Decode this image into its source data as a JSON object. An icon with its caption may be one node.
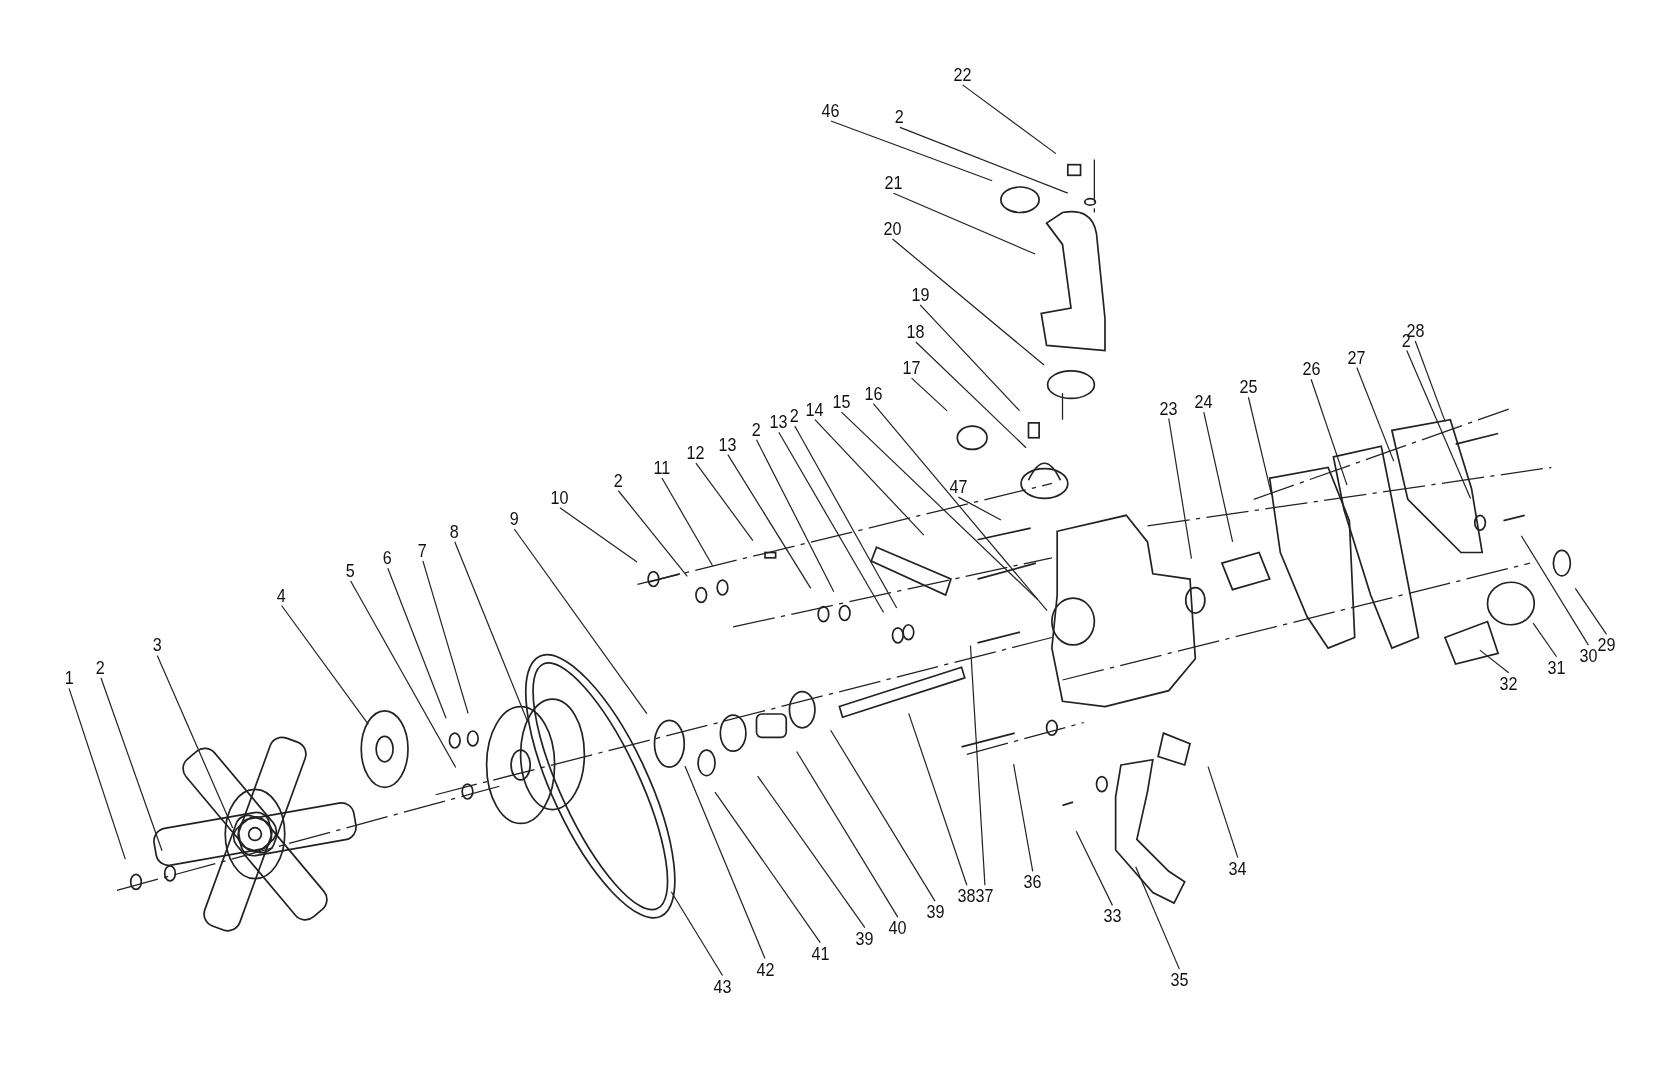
{
  "diagram": {
    "nodes": [
      {
        "text": [
          "22"
        ]
      },
      {
        "text": [
          "46"
        ]
      },
      {
        "text": [
          "2"
        ]
      },
      {
        "text": [
          "21"
        ]
      },
      {
        "text": [
          "20"
        ]
      },
      {
        "text": [
          "19"
        ]
      },
      {
        "text": [
          "18"
        ]
      },
      {
        "text": [
          "17"
        ]
      },
      {
        "text": [
          "2"
        ]
      },
      {
        "text": [
          "28"
        ]
      },
      {
        "text": [
          "27"
        ]
      },
      {
        "text": [
          "26"
        ]
      },
      {
        "text": [
          "25"
        ]
      },
      {
        "text": [
          "24"
        ]
      },
      {
        "text": [
          "23"
        ]
      },
      {
        "text": [
          "16"
        ]
      },
      {
        "text": [
          "15"
        ]
      },
      {
        "text": [
          "14"
        ]
      },
      {
        "text": [
          "2"
        ]
      },
      {
        "text": [
          "13"
        ]
      },
      {
        "text": [
          "2"
        ]
      },
      {
        "text": [
          "13"
        ]
      },
      {
        "text": [
          "12"
        ]
      },
      {
        "text": [
          "11"
        ]
      },
      {
        "text": [
          "2"
        ]
      },
      {
        "text": [
          "10"
        ]
      },
      {
        "text": [
          "9"
        ]
      },
      {
        "text": [
          "8"
        ]
      },
      {
        "text": [
          "47"
        ]
      },
      {
        "text": [
          "7"
        ]
      },
      {
        "text": [
          "6"
        ]
      },
      {
        "text": [
          "5"
        ]
      },
      {
        "text": [
          "4"
        ]
      },
      {
        "text": [
          "3"
        ]
      },
      {
        "text": [
          "2"
        ]
      },
      {
        "text": [
          "1"
        ]
      },
      {
        "text": [
          "30"
        ]
      },
      {
        "text": [
          "29"
        ]
      },
      {
        "text": [
          "31"
        ]
      },
      {
        "text": [
          "32"
        ]
      },
      {
        "text": [
          "34"
        ]
      },
      {
        "text": [
          "36"
        ]
      },
      {
        "text": [
          "37"
        ]
      },
      {
        "text": [
          "38"
        ]
      },
      {
        "text": [
          "39"
        ]
      },
      {
        "text": [
          "33"
        ]
      },
      {
        "text": [
          "40"
        ]
      },
      {
        "text": [
          "39"
        ]
      },
      {
        "text": [
          "41"
        ]
      },
      {
        "text": [
          "42"
        ]
      },
      {
        "text": [
          "35"
        ]
      },
      {
        "text": [
          "43"
        ]
      }
    ],
    "edges": [
      {
        "from": 0,
        "to": null,
        "arrow": "none"
      },
      {
        "from": 1,
        "to": null,
        "arrow": "none"
      },
      {
        "from": 2,
        "to": null,
        "arrow": "none"
      },
      {
        "from": 3,
        "to": null,
        "arrow": "none"
      },
      {
        "from": 4,
        "to": null,
        "arrow": "none"
      },
      {
        "from": 5,
        "to": null,
        "arrow": "none"
      },
      {
        "from": 6,
        "to": null,
        "arrow": "none"
      },
      {
        "from": 7,
        "to": null,
        "arrow": "none"
      },
      {
        "from": 8,
        "to": null,
        "arrow": "none"
      },
      {
        "from": 9,
        "to": null,
        "arrow": "none"
      },
      {
        "from": 10,
        "to": null,
        "arrow": "none"
      },
      {
        "from": 11,
        "to": null,
        "arrow": "none"
      },
      {
        "from": 12,
        "to": null,
        "arrow": "none"
      },
      {
        "from": 13,
        "to": null,
        "arrow": "none"
      },
      {
        "from": 14,
        "to": null,
        "arrow": "none"
      },
      {
        "from": 15,
        "to": null,
        "arrow": "none"
      },
      {
        "from": 16,
        "to": null,
        "arrow": "none"
      },
      {
        "from": 17,
        "to": null,
        "arrow": "none"
      },
      {
        "from": 18,
        "to": null,
        "arrow": "none"
      },
      {
        "from": 19,
        "to": null,
        "arrow": "none"
      },
      {
        "from": 20,
        "to": null,
        "arrow": "none"
      },
      {
        "from": 21,
        "to": null,
        "arrow": "none"
      },
      {
        "from": 22,
        "to": null,
        "arrow": "none"
      },
      {
        "from": 23,
        "to": null,
        "arrow": "none"
      },
      {
        "from": 24,
        "to": null,
        "arrow": "none"
      },
      {
        "from": 25,
        "to": null,
        "arrow": "none"
      },
      {
        "from": 26,
        "to": null,
        "arrow": "none"
      },
      {
        "from": 27,
        "to": null,
        "arrow": "none"
      },
      {
        "from": 28,
        "to": null,
        "arrow": "none"
      },
      {
        "from": 29,
        "to": null,
        "arrow": "none"
      },
      {
        "from": 30,
        "to": null,
        "arrow": "none"
      },
      {
        "from": 31,
        "to": null,
        "arrow": "none"
      },
      {
        "from": 32,
        "to": null,
        "arrow": "none"
      },
      {
        "from": 33,
        "to": null,
        "arrow": "none"
      },
      {
        "from": 34,
        "to": null,
        "arrow": "none"
      },
      {
        "from": 35,
        "to": null,
        "arrow": "none"
      },
      {
        "from": 36,
        "to": null,
        "arrow": "none"
      },
      {
        "from": 37,
        "to": null,
        "arrow": "none"
      },
      {
        "from": 38,
        "to": null,
        "arrow": "none"
      },
      {
        "from": 39,
        "to": null,
        "arrow": "none"
      },
      {
        "from": 40,
        "to": null,
        "arrow": "none"
      },
      {
        "from": 41,
        "to": null,
        "arrow": "none"
      },
      {
        "from": 42,
        "to": null,
        "arrow": "none"
      },
      {
        "from": 43,
        "to": null,
        "arrow": "none"
      },
      {
        "from": 44,
        "to": null,
        "arrow": "none"
      },
      {
        "from": 45,
        "to": null,
        "arrow": "none"
      },
      {
        "from": 46,
        "to": null,
        "arrow": "none"
      },
      {
        "from": 47,
        "to": null,
        "arrow": "none"
      },
      {
        "from": 48,
        "to": null,
        "arrow": "none"
      },
      {
        "from": 49,
        "to": null,
        "arrow": "none"
      },
      {
        "from": 50,
        "to": null,
        "arrow": "none"
      },
      {
        "from": 51,
        "to": null,
        "arrow": "none"
      }
    ]
  }
}
